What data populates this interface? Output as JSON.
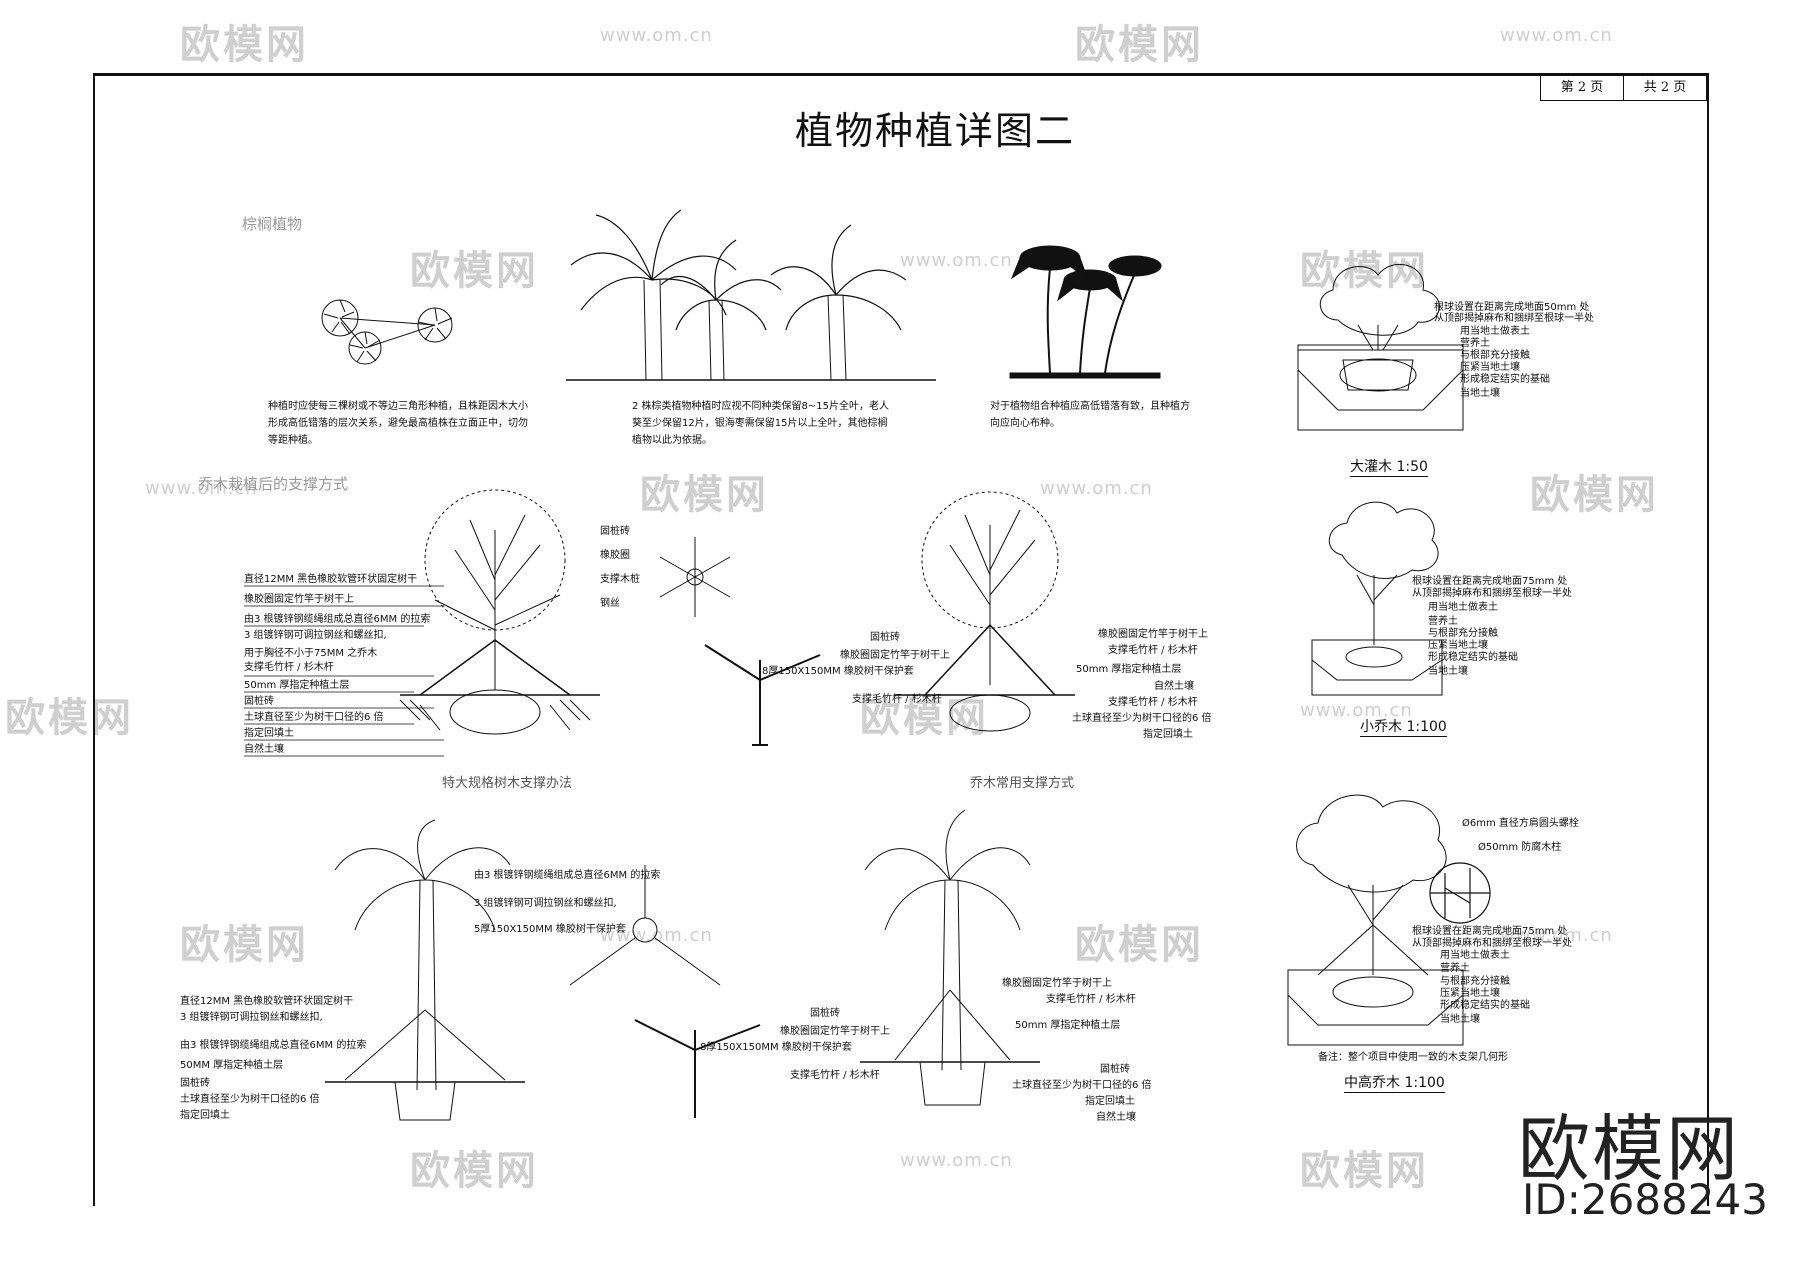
{
  "page": {
    "page_no": "第 2 页",
    "page_total": "共 2 页",
    "title": "植物种植详图二"
  },
  "palm_section": {
    "label": "棕榈植物",
    "note_1": "种植时应使每三棵树或不等边三角形种植，且株距因木大小形成高低错落的层次关系，避免最高植株在立面正中，切勿等距种植。",
    "note_2": "2 株棕类植物种植时应视不同种类保留8~15片全叶，老人葵至少保留12片，银海枣需保留15片以上全叶，其他棕榈植物以此为依据。",
    "note_3": "对于植物组合种植应高低错落有致，且种植方向应向心布种。"
  },
  "support_section": {
    "label": "乔木栽植后的支撑方式",
    "caption_large": "特大规格树木支撑办法",
    "caption_common": "乔木常用支撑方式",
    "plan_labels": [
      "固桩砖",
      "橡胶圈",
      "支撑木桩",
      "钢丝"
    ],
    "large_labels": [
      "直径12MM 黑色橡胶软管环状固定树干",
      "橡胶圈固定竹竿于树干上",
      "由3 根镀锌钢缆绳组成总直径6MM 的拉索",
      "3 组镀锌钢可调拉钢丝和螺丝扣,",
      "用于胸径不小于75MM 之乔木",
      "支撑毛竹杆 / 杉木杆",
      "50mm 厚指定种植土层",
      "固桩砖",
      "土球直径至少为树干口径的6 倍",
      "指定回填土",
      "自然土壤"
    ],
    "middle_labels": [
      "固桩砖",
      "橡胶圈固定竹竿于树干上",
      "8厚150X150MM 橡胶树干保护套",
      "支撑毛竹杆 / 杉木杆"
    ],
    "common_labels": [
      "橡胶圈固定竹竿于树干上",
      "支撑毛竹杆 / 杉木杆",
      "50mm 厚指定种植土层",
      "自然土壤",
      "支撑毛竹杆 / 杉木杆",
      "土球直径至少为树干口径的6 倍",
      "指定回填土"
    ]
  },
  "palm_support": {
    "left_labels": [
      "直径12MM 黑色橡胶软管环状固定树干",
      "3 组镀锌钢可调拉钢丝和螺丝扣,",
      "由3 根镀锌钢缆绳组成总直径6MM 的拉索",
      "50MM 厚指定种植土层",
      "固桩砖",
      "土球直径至少为树干口径的6 倍",
      "指定回填土"
    ],
    "mid_top_labels": [
      "由3 根镀锌钢缆绳组成总直径6MM 的拉索",
      "3 组镀锌钢可调拉钢丝和螺丝扣,",
      "5厚150X150MM 橡胶树干保护套"
    ],
    "mid_bottom_labels": [
      "固桩砖",
      "橡胶圈固定竹竿于树干上",
      "8厚150X150MM 橡胶树干保护套",
      "支撑毛竹杆 / 杉木杆"
    ],
    "right_labels": [
      "橡胶圈固定竹竿于树干上",
      "支撑毛竹杆 / 杉木杆",
      "50mm 厚指定种植土层",
      "固桩砖",
      "土球直径至少为树干口径的6 倍",
      "指定回填土",
      "自然土壤"
    ]
  },
  "shrub_details": {
    "large_shrub": {
      "scale": "大灌木 1:50",
      "labels": [
        "根球设置在距离完成地面50mm 处",
        "从顶部揭掉麻布和捆绑至根球一半处",
        "用当地土做表土",
        "营养土",
        "与根部充分接触",
        "压紧当地土壤",
        "形成稳定结实的基础",
        "当地土壤"
      ]
    },
    "small_tree": {
      "scale": "小乔木 1:100",
      "labels": [
        "根球设置在距离完成地面75mm 处",
        "从顶部揭掉麻布和捆绑至根球一半处",
        "用当地土做表土",
        "营养土",
        "与根部充分接触",
        "压紧当地土壤",
        "形成稳定结实的基础",
        "当地土壤"
      ]
    },
    "mid_tree": {
      "scale": "中高乔木 1:100",
      "top_labels": [
        "Ø6mm 直径方肩圆头螺栓",
        "Ø50mm 防腐木柱"
      ],
      "labels": [
        "根球设置在距离完成地面75mm 处",
        "从顶部揭掉麻布和捆绑至根球一半处",
        "用当地土做表土",
        "营养土",
        "与根部充分接触",
        "压紧当地土壤",
        "形成稳定结实的基础",
        "当地土壤"
      ],
      "remark": "备注：整个项目中使用一致的木支架几何形"
    }
  },
  "branding": {
    "name": "欧模网",
    "id": "ID:2688243",
    "watermark": "欧模网",
    "watermark_url": "www.om.cn"
  }
}
